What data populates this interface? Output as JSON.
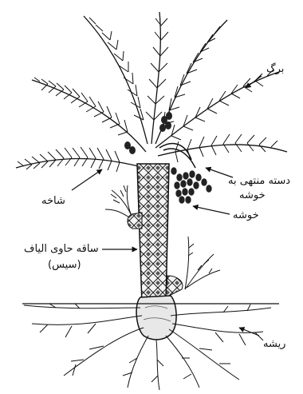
{
  "labels": {
    "leaf": "برگ",
    "frond": "شاخه",
    "bunch_stalk_line1": "دسته منتهی به",
    "bunch_stalk_line2": "خوشه",
    "bunch": "خوشه",
    "trunk_line1": "ساقه حاوی الیاف",
    "trunk_line2": "(سیس)",
    "root": "ریشه"
  }
}
